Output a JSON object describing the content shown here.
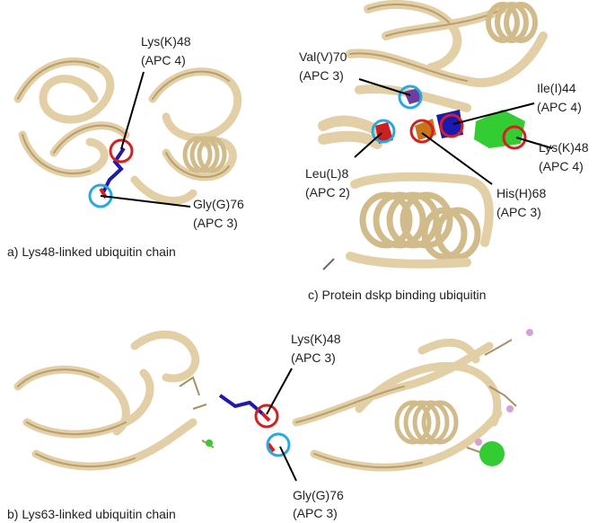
{
  "colors": {
    "ribbon": "#e3cfa6",
    "ribbon_dark": "#b99e6d",
    "circle_red": "#d62020",
    "circle_blue": "#2aa8e0",
    "residue_blue": "#1a1ab0",
    "residue_green": "#33cc33",
    "residue_orange": "#c8741a",
    "leader": "#000000"
  },
  "panel_a": {
    "caption": "a) Lys48-linked ubiquitin chain",
    "label_lys_line1": "Lys(K)48",
    "label_lys_line2": "(APC 4)",
    "label_gly_line1": "Gly(G)76",
    "label_gly_line2": "(APC 3)"
  },
  "panel_b": {
    "caption": "b) Lys63-linked ubiquitin chain",
    "label_lys_line1": "Lys(K)48",
    "label_lys_line2": "(APC 3)",
    "label_gly_line1": "Gly(G)76",
    "label_gly_line2": "(APC 3)"
  },
  "panel_c": {
    "caption": "c) Protein dskp binding ubiquitin",
    "label_val_line1": "Val(V)70",
    "label_val_line2": "(APC 3)",
    "label_ile_line1": "Ile(I)44",
    "label_ile_line2": "(APC 4)",
    "label_lys_line1": "Lys(K)48",
    "label_lys_line2": "(APC 4)",
    "label_his_line1": "His(H)68",
    "label_his_line2": "(APC 3)",
    "label_leu_line1": "Leu(L)8",
    "label_leu_line2": "(APC 2)"
  }
}
